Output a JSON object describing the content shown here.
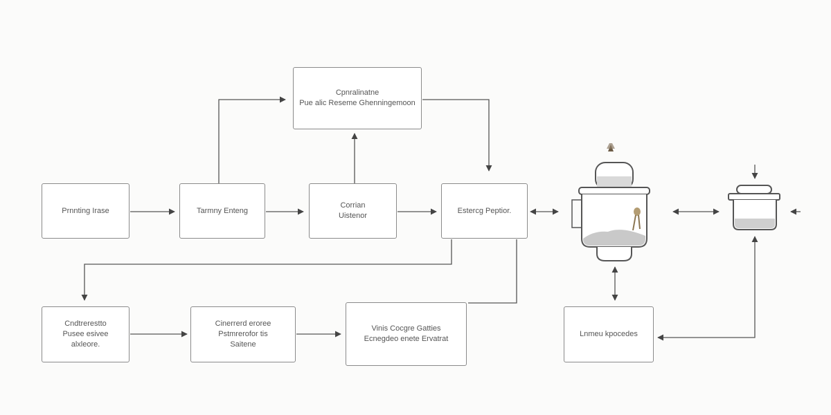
{
  "diagram": {
    "nodes": [
      {
        "id": "top",
        "lines": [
          "Cpnralinatne",
          "Pue alic Reseme Ghenningemoon"
        ]
      },
      {
        "id": "n1",
        "lines": [
          "Prnnting Irase"
        ]
      },
      {
        "id": "n2",
        "lines": [
          "Tarmny Enteng"
        ]
      },
      {
        "id": "n3",
        "lines": [
          "Corrian",
          "Uistenor"
        ]
      },
      {
        "id": "n4",
        "lines": [
          "Estercg Peptior."
        ]
      },
      {
        "id": "b1",
        "lines": [
          "Cndtrerestto",
          "Pusee esivee",
          "alxleore."
        ]
      },
      {
        "id": "b2",
        "lines": [
          "Cinerrerd eroree",
          "Pstmrerofor tis",
          "Saitene"
        ]
      },
      {
        "id": "b3",
        "lines": [
          "Vinis Cocgre Gatties",
          "Ecnegdeo enete Ervatrat"
        ]
      },
      {
        "id": "b4",
        "lines": [
          "Lnmeu kpocedes"
        ]
      }
    ],
    "icons": [
      "reactor-vessel-icon",
      "small-pot-icon"
    ],
    "colors": {
      "stroke": "#8a8a8a",
      "arrow": "#444444",
      "text": "#555555",
      "background": "#fbfbfa"
    }
  }
}
